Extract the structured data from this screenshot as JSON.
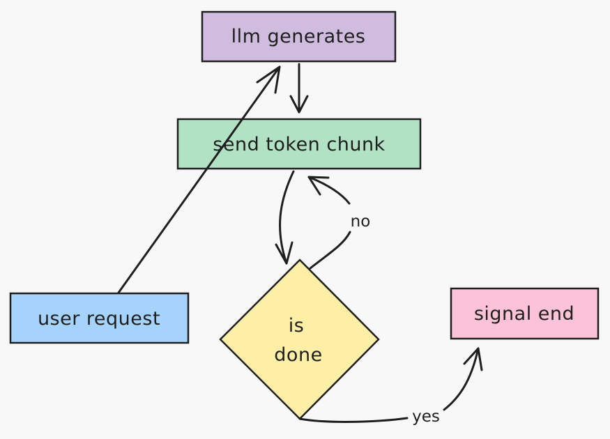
{
  "diagram": {
    "nodes": {
      "llm_generates": {
        "label": "llm generates",
        "color": "#d0bcdf"
      },
      "send_token_chunk": {
        "label": "send token chunk",
        "color": "#b2e2c4"
      },
      "is_done": {
        "label_line1": "is",
        "label_line2": "done",
        "color": "#fdf0a6"
      },
      "user_request": {
        "label": "user request",
        "color": "#a5d3fb"
      },
      "signal_end": {
        "label": "signal end",
        "color": "#fcc2d7"
      }
    },
    "edges": {
      "no_label": "no",
      "yes_label": "yes"
    }
  }
}
